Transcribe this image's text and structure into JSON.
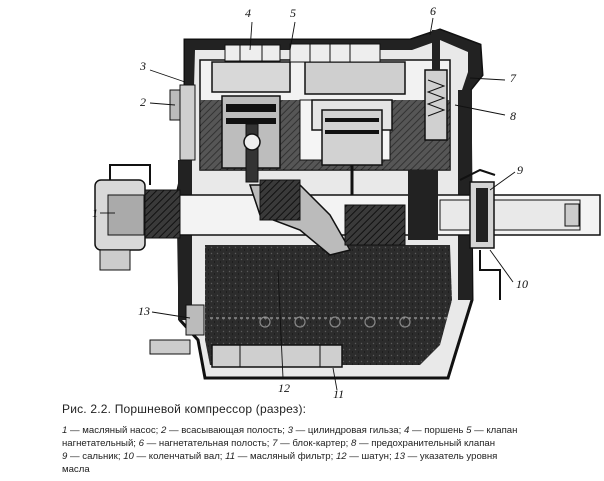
{
  "figure": {
    "callouts": [
      {
        "id": "c1",
        "text": "1"
      },
      {
        "id": "c2",
        "text": "2"
      },
      {
        "id": "c3",
        "text": "3"
      },
      {
        "id": "c4",
        "text": "4"
      },
      {
        "id": "c5",
        "text": "5"
      },
      {
        "id": "c6",
        "text": "6"
      },
      {
        "id": "c7",
        "text": "7"
      },
      {
        "id": "c8",
        "text": "8"
      },
      {
        "id": "c9",
        "text": "9"
      },
      {
        "id": "c10",
        "text": "10"
      },
      {
        "id": "c11",
        "text": "11"
      },
      {
        "id": "c12",
        "text": "12"
      },
      {
        "id": "c13",
        "text": "13"
      }
    ]
  },
  "caption": {
    "title": "Рис. 2.2. Поршневой компрессор (разрез):",
    "rows": [
      [
        {
          "n": "1",
          "t": " — масляный насос; "
        },
        {
          "n": "2",
          "t": " — всасывающая полость; "
        },
        {
          "n": "3",
          "t": " — цилиндровая гильза; "
        },
        {
          "n": "4",
          "t": " — поршень "
        },
        {
          "n": "5",
          "t": " — клапан"
        }
      ],
      [
        {
          "n": "",
          "t": "нагнетательный; "
        },
        {
          "n": "6",
          "t": " — нагнетательная полость; "
        },
        {
          "n": "7",
          "t": " — блок-картер; "
        },
        {
          "n": "8",
          "t": " — предохранительный клапан"
        }
      ],
      [
        {
          "n": "9",
          "t": " — сальник; "
        },
        {
          "n": "10",
          "t": " — коленчатый вал; "
        },
        {
          "n": "11",
          "t": " — масляный фильтр; "
        },
        {
          "n": "12",
          "t": " — шатун; "
        },
        {
          "n": "13",
          "t": " — указатель уровня"
        }
      ],
      [
        {
          "n": "",
          "t": "масла"
        }
      ]
    ]
  }
}
